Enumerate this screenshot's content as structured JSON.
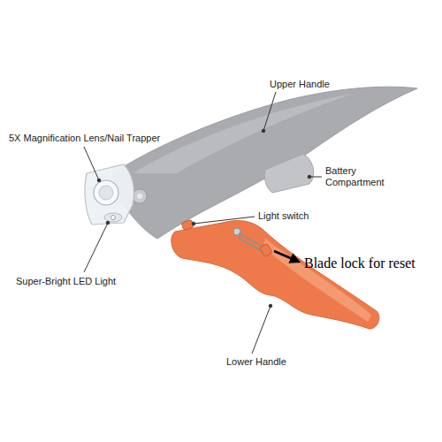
{
  "diagram": {
    "labels": [
      "Upper Handle",
      "5X Magnification Lens/Nail Trapper",
      "Battery Compartment",
      "Light switch",
      "Blade lock for reset",
      "Super-Bright LED Light",
      "Lower Handle"
    ]
  }
}
